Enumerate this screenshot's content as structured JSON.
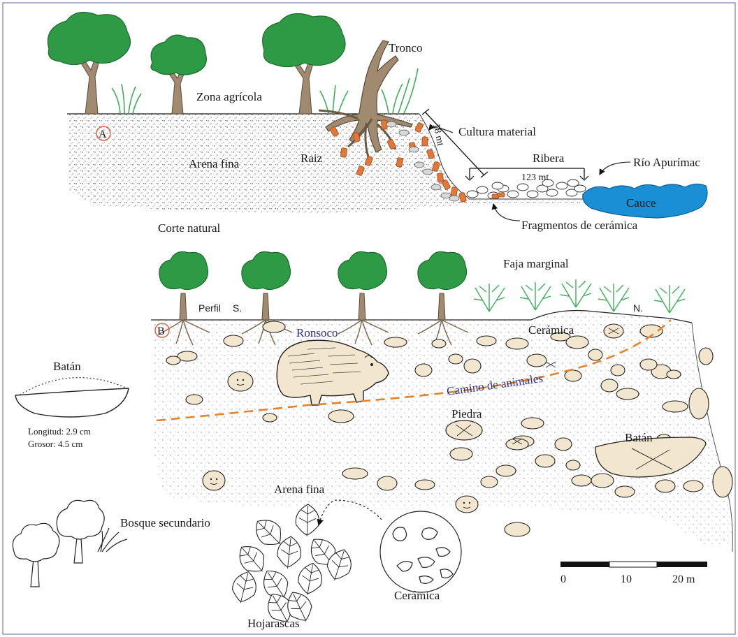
{
  "section_a": {
    "marker": "A",
    "labels": {
      "tronco": "Tronco",
      "zona_agricola": "Zona agrícola",
      "cultura_material": "Cultura material",
      "raiz": "Raiz",
      "arena_fina": "Arena fina",
      "ribera": "Ribera",
      "rio": "Río Apurímac",
      "cauce": "Cauce",
      "corte_natural": "Corte natural",
      "fragmentos": "Fragmentos de cerámica"
    },
    "dimensions": {
      "slope": "18 mt",
      "ribera": "123 mt"
    }
  },
  "section_b": {
    "marker": "B",
    "labels": {
      "faja_marginal": "Faja marginal",
      "perfil": "Perfil",
      "sur": "S.",
      "norte": "N.",
      "ceramica": "Cerámica",
      "ronsoco": "Ronsoco",
      "camino": "Camino de animales",
      "piedra": "Piedra",
      "batan": "Batán",
      "arena_fina": "Arena fina"
    }
  },
  "batan_detail": {
    "title": "Batán",
    "longitud": "Longitud: 2.9 cm",
    "grosor": "Grosor: 4.5 cm"
  },
  "legend": {
    "bosque": "Bosque secundario",
    "hojarascas": "Hojarascas",
    "ceramica": "Cerámica"
  },
  "scale_bar": {
    "ticks": [
      "0",
      "10",
      "20 m"
    ]
  },
  "colors": {
    "tree_green": "#2e9a45",
    "trunk": "#a08a70",
    "grass": "#3fae5a",
    "shard": "#e2773a",
    "water": "#1a8fd6",
    "stone_fill": "#f3e6cf",
    "path": "#e2832a",
    "marker_circle": "#e05a3a"
  }
}
